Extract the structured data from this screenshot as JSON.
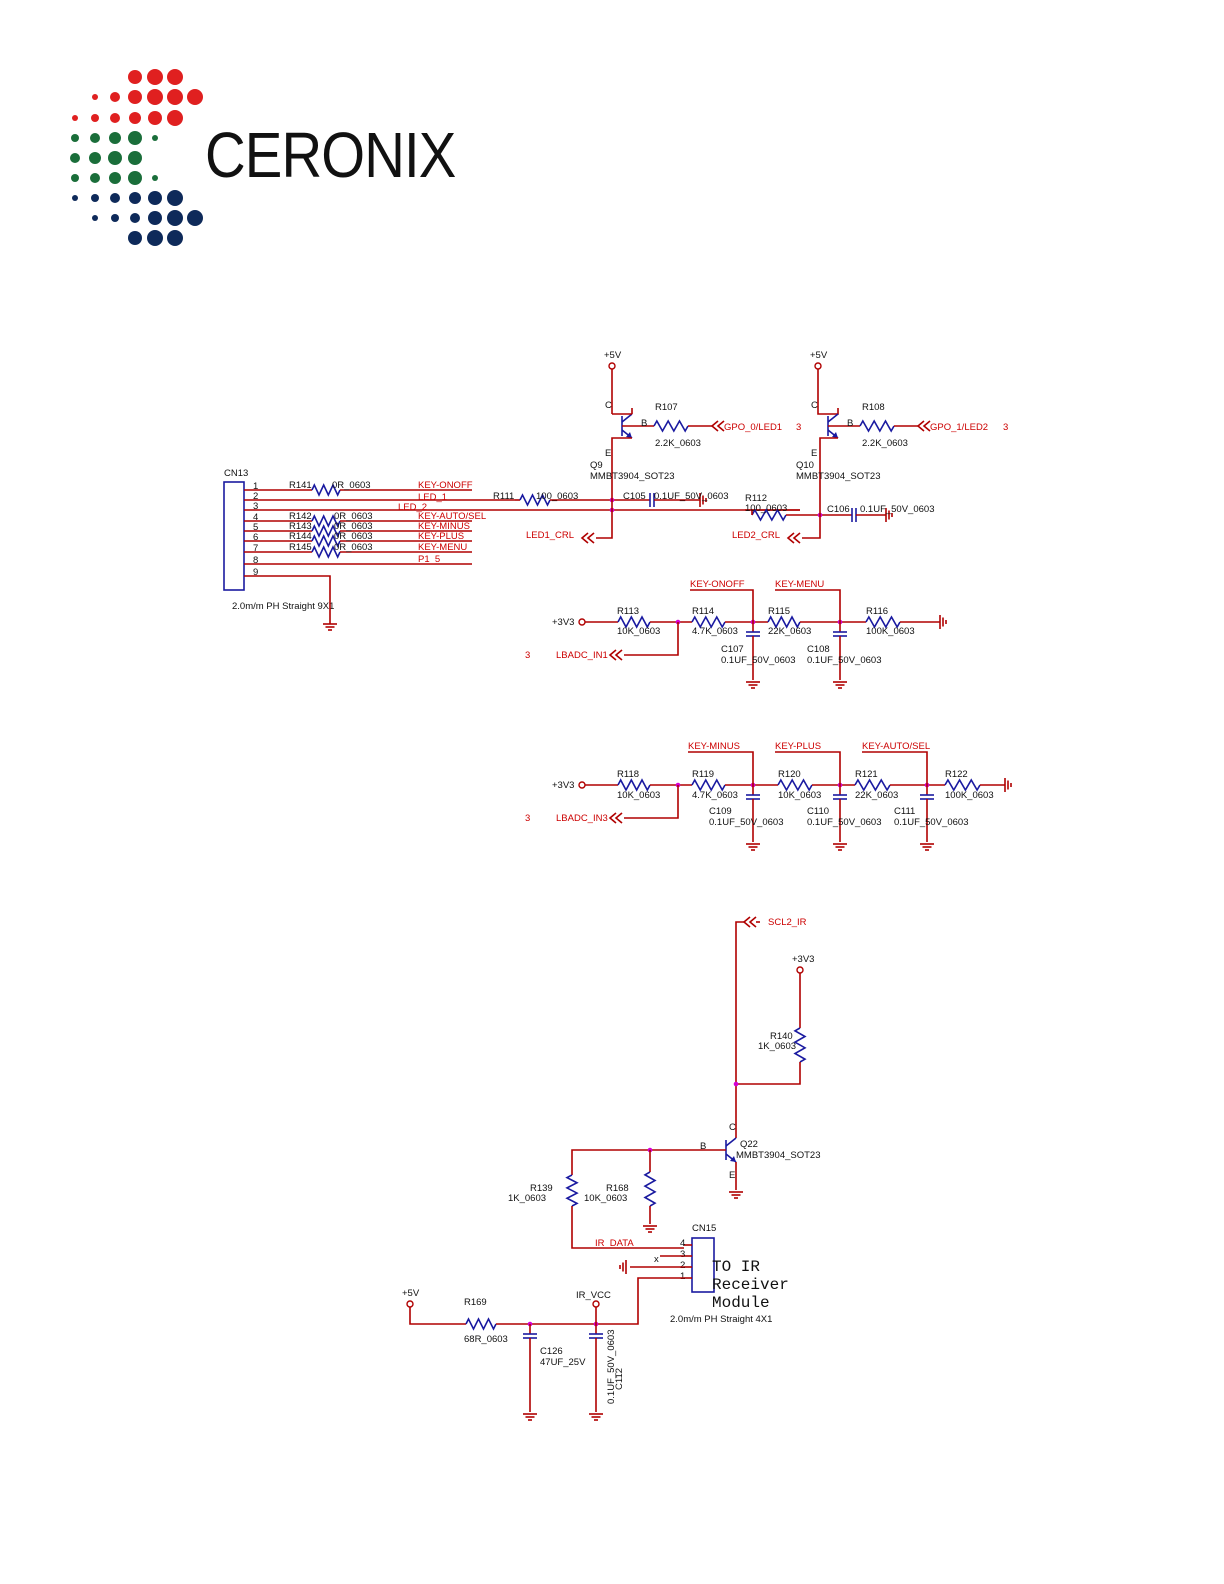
{
  "logo": {
    "text": "CERONIX",
    "colors": {
      "red": "#e02020",
      "green": "#1a6e3a",
      "navy": "#0e2a5a"
    }
  },
  "rails": {
    "v5": "+5V",
    "v3v3": "+3V3"
  },
  "cn13": {
    "ref": "CN13",
    "footprint": "2.0m/m PH Straight 9X1",
    "pins": [
      "1",
      "2",
      "3",
      "4",
      "5",
      "6",
      "7",
      "8",
      "9"
    ],
    "resistors": [
      {
        "ref": "R141",
        "value": "0R_0603"
      },
      {
        "ref": "R142",
        "value": "0R_0603"
      },
      {
        "ref": "R143",
        "value": "0R_0603"
      },
      {
        "ref": "R144",
        "value": "0R_0603"
      },
      {
        "ref": "R145",
        "value": "0R_0603"
      }
    ],
    "nets": [
      "KEY-ONOFF",
      "LED_1",
      "LED_2",
      "KEY-AUTO/SEL",
      "KEY-MINUS",
      "KEY-PLUS",
      "KEY-MENU",
      "P1_5"
    ]
  },
  "led1": {
    "q": "Q9",
    "q_part": "MMBT3904_SOT23",
    "rb": {
      "ref": "R107",
      "value": "2.2K_0603"
    },
    "gpio": "GPO_0/LED1",
    "page": "3",
    "rs": {
      "ref": "R111",
      "value": "100_0603"
    },
    "cap": {
      "ref": "C105",
      "value": "0.1UF_50V_0603"
    },
    "out": "LED1_CRL"
  },
  "led2": {
    "q": "Q10",
    "q_part": "MMBT3904_SOT23",
    "rb": {
      "ref": "R108",
      "value": "2.2K_0603"
    },
    "gpio": "GPO_1/LED2",
    "page": "3",
    "rs": {
      "ref": "R112",
      "value": "100_0603"
    },
    "cap": {
      "ref": "C106",
      "value": "0.1UF_50V_0603"
    },
    "out": "LED2_CRL"
  },
  "pin_labels": {
    "c": "C",
    "b": "B",
    "e": "E"
  },
  "ladder1": {
    "keys": [
      "KEY-ONOFF",
      "KEY-MENU"
    ],
    "res": [
      {
        "ref": "R113",
        "value": "10K_0603"
      },
      {
        "ref": "R114",
        "value": "4.7K_0603"
      },
      {
        "ref": "R115",
        "value": "22K_0603"
      },
      {
        "ref": "R116",
        "value": "100K_0603"
      }
    ],
    "caps": [
      {
        "ref": "C107",
        "value": "0.1UF_50V_0603"
      },
      {
        "ref": "C108",
        "value": "0.1UF_50V_0603"
      }
    ],
    "adc": "LBADC_IN1",
    "page": "3"
  },
  "ladder2": {
    "keys": [
      "KEY-MINUS",
      "KEY-PLUS",
      "KEY-AUTO/SEL"
    ],
    "res": [
      {
        "ref": "R118",
        "value": "10K_0603"
      },
      {
        "ref": "R119",
        "value": "4.7K_0603"
      },
      {
        "ref": "R120",
        "value": "10K_0603"
      },
      {
        "ref": "R121",
        "value": "22K_0603"
      },
      {
        "ref": "R122",
        "value": "100K_0603"
      }
    ],
    "caps": [
      {
        "ref": "C109",
        "value": "0.1UF_50V_0603"
      },
      {
        "ref": "C110",
        "value": "0.1UF_50V_0603"
      },
      {
        "ref": "C111",
        "value": "0.1UF_50V_0603"
      }
    ],
    "adc": "LBADC_IN3",
    "page": "3"
  },
  "ir": {
    "net": "SCL2_IR",
    "r140": {
      "ref": "R140",
      "value": "1K_0603"
    },
    "q": "Q22",
    "q_part": "MMBT3904_SOT23",
    "r139": {
      "ref": "R139",
      "value": "1K_0603"
    },
    "r168": {
      "ref": "R168",
      "value": "10K_0603"
    },
    "data": "IR_DATA",
    "cn": "CN15",
    "cn_pins": [
      "4",
      "3",
      "2",
      "1"
    ],
    "module": [
      "TO IR",
      "Receiver",
      "Module"
    ],
    "footprint": "2.0m/m PH Straight 4X1",
    "r169": {
      "ref": "R169",
      "value": "68R_0603"
    },
    "vcc": "IR_VCC",
    "c126": {
      "ref": "C126",
      "value": "47UF_25V"
    },
    "c112": {
      "ref": "C112",
      "value": "0.1UF_50V_0603"
    }
  }
}
